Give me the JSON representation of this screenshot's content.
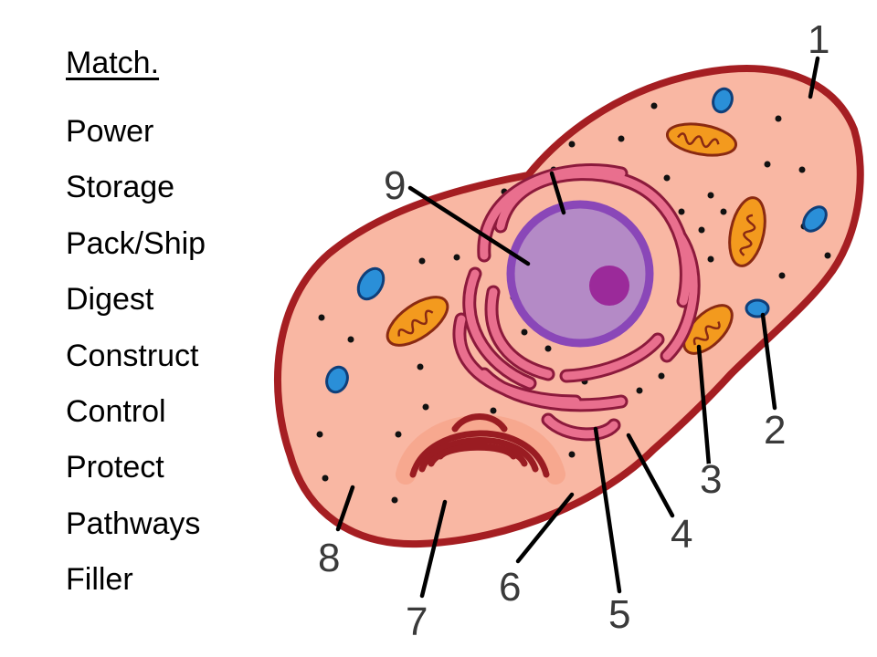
{
  "heading": "Match.",
  "terms": [
    "Power",
    "Storage",
    "Pack/Ship",
    "Digest",
    "Construct",
    "Control",
    "Protect",
    "Pathways",
    "Filler"
  ],
  "labels": [
    "1",
    "2",
    "3",
    "4",
    "5",
    "6",
    "7",
    "8",
    "9"
  ],
  "colors": {
    "membrane": "#a51e22",
    "cytoplasm": "#f9b7a3",
    "nucleus": "#b48ac6",
    "nuclear_envelope": "#8a47b8",
    "nucleolus": "#9b2a9a",
    "er": "#e96f8e",
    "mitochondria": "#f39a1e",
    "vacuole": "#2a8fd8",
    "golgi": "#9a1c22"
  }
}
